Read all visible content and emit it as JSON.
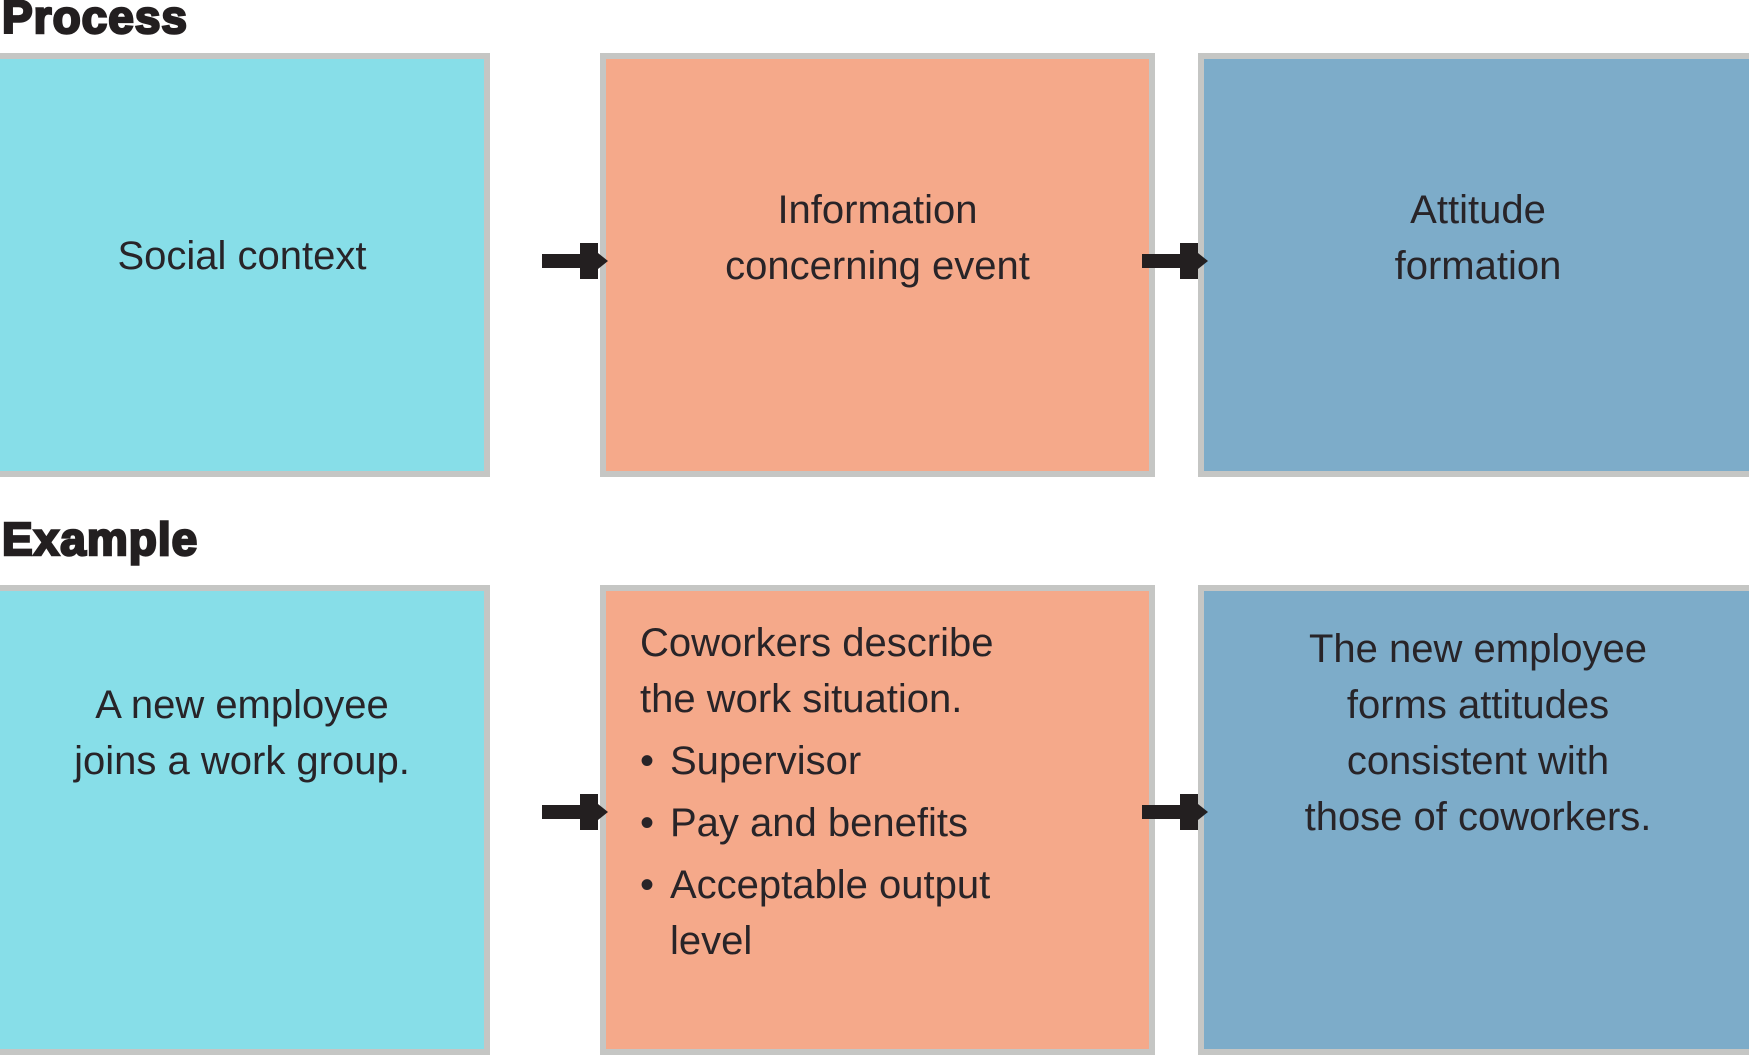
{
  "figure": {
    "row_labels": {
      "process": "Process",
      "example": "Example"
    },
    "process_row": {
      "box1": {
        "text": [
          "Social context"
        ]
      },
      "box2": {
        "text": [
          "Information",
          "concerning event"
        ]
      },
      "box3": {
        "text": [
          "Attitude",
          "formation"
        ]
      }
    },
    "example_row": {
      "box1": {
        "text": [
          "A new employee",
          "joins a work group."
        ]
      },
      "box2": {
        "intro": [
          "Coworkers describe",
          "the work situation."
        ],
        "bullet_char": "•",
        "bullets": [
          "Supervisor",
          "Pay and benefits",
          "Acceptable output level"
        ]
      },
      "box3": {
        "text": [
          "The new employee",
          "forms attitudes",
          "consistent with",
          "those of coworkers."
        ]
      }
    },
    "colors": {
      "teal": "#87DEE8",
      "salmon": "#F5A98A",
      "blue": "#7DACC9",
      "box_border": "#C5C6C4",
      "text": "#282428",
      "label": "#231F20",
      "arrow": "#231F20",
      "background": "#FFFFFF"
    }
  }
}
